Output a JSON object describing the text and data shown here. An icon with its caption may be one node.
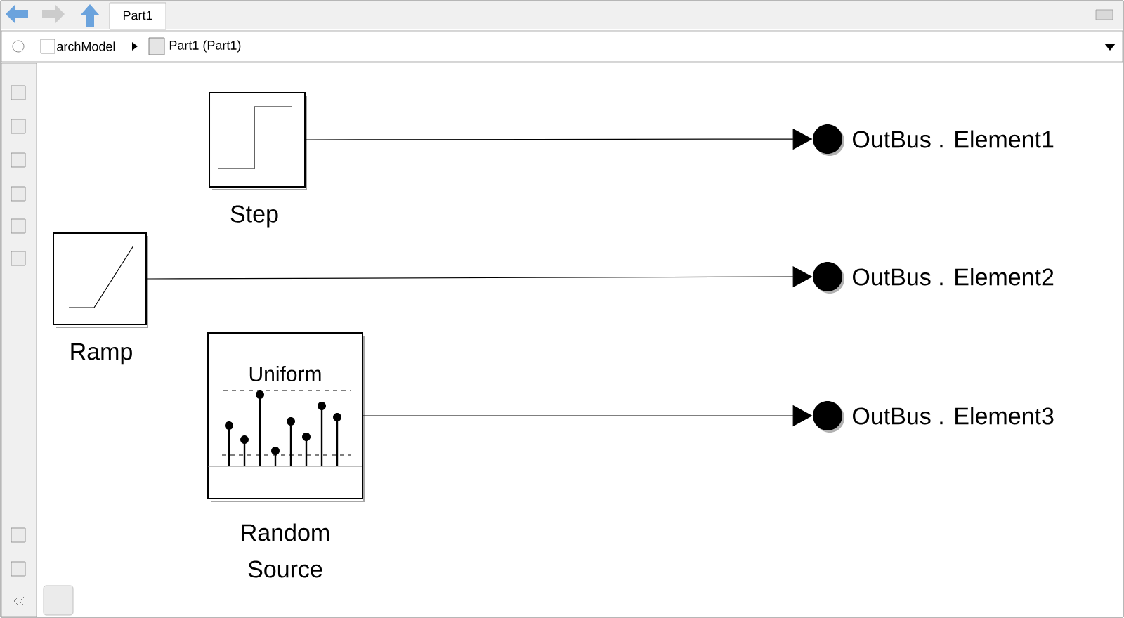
{
  "diagram": {
    "nodes": [
      {
        "text": [
          "Step"
        ]
      },
      {
        "text": [
          "Ramp"
        ]
      },
      {
        "text": [
          "Uniform",
          "Random Source"
        ]
      },
      {
        "text": [
          "OutBus . Element1"
        ]
      },
      {
        "text": [
          "OutBus . Element2"
        ]
      },
      {
        "text": [
          "OutBus . Element3"
        ]
      }
    ],
    "edges": [
      {
        "from": 0,
        "to": 3,
        "arrow": "to"
      },
      {
        "from": 1,
        "to": 4,
        "arrow": "to"
      },
      {
        "from": 2,
        "to": 5,
        "arrow": "to"
      }
    ],
    "labels": [
      "Part1",
      "archModel",
      "Part1 (Part1)"
    ]
  }
}
